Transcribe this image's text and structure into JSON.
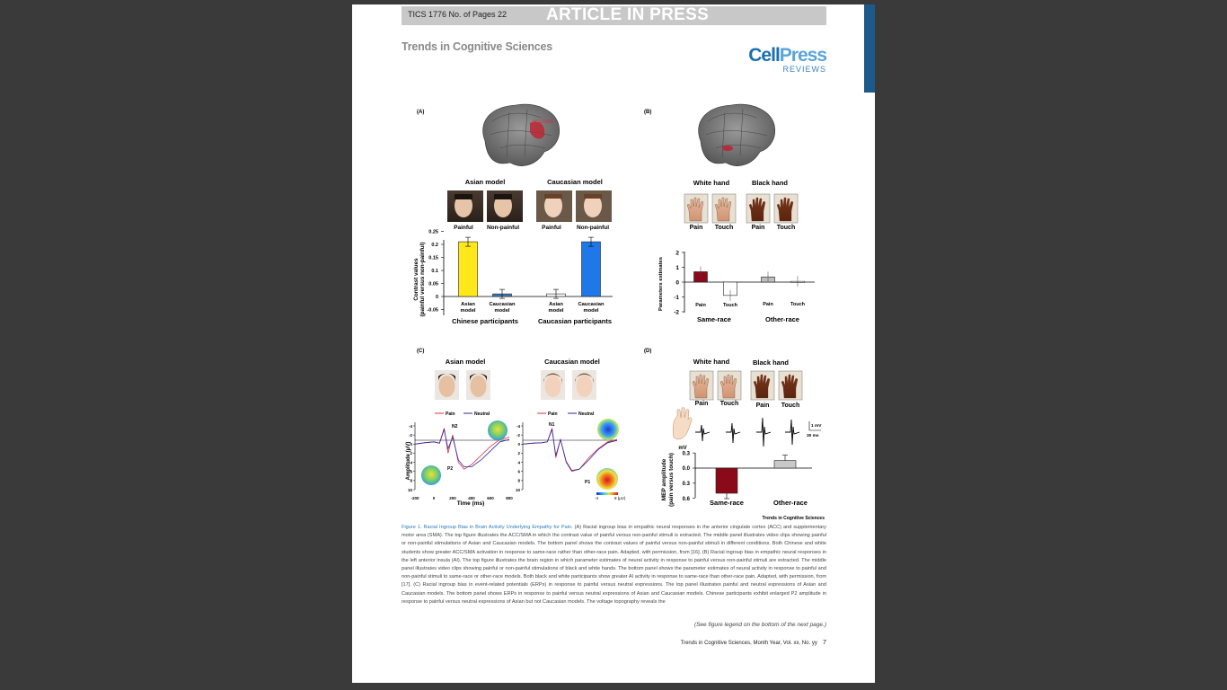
{
  "header": {
    "left_text": "TICS 1776  No. of Pages 22",
    "center_text": "ARTICLE IN PRESS"
  },
  "journal": "Trends in Cognitive Sciences",
  "logo": {
    "cell": "Cell",
    "press": "Press",
    "reviews": "REVIEWS"
  },
  "figure": {
    "panels": {
      "a": "(A)",
      "b": "(B)",
      "c": "(C)",
      "d": "(D)"
    },
    "a": {
      "brain_label": "ACC/SMA",
      "model_asian": "Asian model",
      "model_caucasian": "Caucasian model",
      "painful": "Painful",
      "nonpainful": "Non-painful",
      "ylabel1": "Contrast values",
      "ylabel2": "(painful versus non-painful)",
      "ticks": [
        "0.25",
        "0.2",
        "0.15",
        "0.1",
        "0.05",
        "0",
        "-0.05"
      ],
      "xl_asian1": "Asian",
      "xl_model": "model",
      "xl_cauc1": "Caucasian",
      "group1": "Chinese participants",
      "group2": "Caucasian participants"
    },
    "b": {
      "white_hand": "White hand",
      "black_hand": "Black hand",
      "pain": "Pain",
      "touch": "Touch",
      "ylabel": "Parameters estimates",
      "ticks": [
        "2",
        "1",
        "0",
        "-1",
        "-2"
      ],
      "same_race": "Same-race",
      "other_race": "Other-race"
    },
    "c": {
      "model_asian": "Asian model",
      "model_caucasian": "Caucasian model",
      "legend_pain": "Pain",
      "legend_neutral": "Neutral",
      "n2": "N2",
      "n1": "N1",
      "p2": "P2",
      "p1": "P1",
      "ylabel": "Amplitude (μV)",
      "yticks": [
        "-4",
        "-2",
        "0",
        "2",
        "4",
        "6",
        "8",
        "10"
      ],
      "xticks": [
        "-200",
        "0",
        "200",
        "400",
        "600",
        "800"
      ],
      "xlabel": "Time (ms)",
      "scale_min": "-4",
      "scale_max": "8 (μV)"
    },
    "d": {
      "white_hand": "White hand",
      "black_hand": "Black hand",
      "pain": "Pain",
      "touch": "Touch",
      "scale_mv": "1 mV",
      "scale_ms": "30 ms",
      "unit": "mV",
      "ylabel1": "MEP amplitude",
      "ylabel2": "(pain versus touch)",
      "ticks": [
        "0.3",
        "0.0",
        "0.3",
        "0.6"
      ],
      "same_race": "Same-race",
      "other_race": "Other-race"
    },
    "credit": "Trends in Cognitive Sciences"
  },
  "chart_data": [
    {
      "type": "bar",
      "categories": [
        "Chinese participants – Asian model",
        "Chinese participants – Caucasian model",
        "Caucasian participants – Asian model",
        "Caucasian participants – Caucasian model"
      ],
      "values": [
        0.21,
        0.01,
        0.01,
        0.21
      ],
      "ylabel": "Contrast values (painful versus non-painful)",
      "ylim": [
        -0.05,
        0.25
      ],
      "colors": [
        "#ffe81a",
        "#3a7ab8",
        "#ffffff",
        "#1e78e8"
      ]
    },
    {
      "type": "bar",
      "categories": [
        "Same-race Pain",
        "Same-race Touch",
        "Other-race Pain",
        "Other-race Touch"
      ],
      "values": [
        0.7,
        -0.9,
        0.35,
        0.05
      ],
      "ylabel": "Parameters estimates",
      "ylim": [
        -2,
        2
      ],
      "colors": [
        "#8b0a1a",
        "#ffffff",
        "#bdbdbd",
        "#ffffff"
      ]
    },
    {
      "type": "line",
      "xlabel": "Time (ms)",
      "ylabel": "Amplitude (μV)",
      "xlim": [
        -200,
        800
      ],
      "ylim": [
        -4,
        10
      ],
      "series": [
        {
          "name": "Pain",
          "panel": "Asian model",
          "x": [
            -200,
            -100,
            0,
            60,
            110,
            150,
            200,
            260,
            320,
            400,
            500,
            600,
            700,
            800
          ],
          "y": [
            0,
            -0.3,
            -0.5,
            -0.2,
            -3.5,
            2,
            -2,
            4,
            5.5,
            4.5,
            2.5,
            0.5,
            -1,
            -1.5
          ]
        },
        {
          "name": "Neutral",
          "panel": "Asian model",
          "x": [
            -200,
            -100,
            0,
            60,
            110,
            150,
            200,
            260,
            320,
            400,
            500,
            600,
            700,
            800
          ],
          "y": [
            0,
            -0.3,
            -0.5,
            -0.2,
            -3.2,
            1,
            -1.5,
            3.5,
            5,
            5,
            3.5,
            1.5,
            -0.5,
            -1
          ]
        },
        {
          "name": "Pain",
          "panel": "Caucasian model",
          "x": [
            -200,
            -100,
            0,
            60,
            110,
            150,
            200,
            260,
            320,
            400,
            500,
            600,
            700,
            800
          ],
          "y": [
            0,
            -0.2,
            -0.3,
            -0.5,
            -3.5,
            3,
            -1,
            4,
            6,
            5.5,
            3,
            1,
            -0.5,
            -1
          ]
        },
        {
          "name": "Neutral",
          "panel": "Caucasian model",
          "x": [
            -200,
            -100,
            0,
            60,
            110,
            150,
            200,
            260,
            320,
            400,
            500,
            600,
            700,
            800
          ],
          "y": [
            0,
            -0.2,
            -0.3,
            -0.5,
            -3.2,
            2.5,
            -1,
            3.8,
            5.8,
            5.5,
            3.5,
            1.2,
            -0.3,
            -0.8
          ]
        }
      ]
    },
    {
      "type": "bar",
      "categories": [
        "Same-race",
        "Other-race"
      ],
      "values": [
        0.5,
        -0.15
      ],
      "unit": "mV",
      "ylabel": "MEP amplitude (pain versus touch)",
      "ylim": [
        -0.3,
        0.6
      ],
      "colors": [
        "#8b0a1a",
        "#c8c8c8"
      ]
    }
  ],
  "caption": {
    "title": "Figure 1. Racial Ingroup Bias in Brain Activity Underlying Empathy for Pain.",
    "body": " (A) Racial ingroup bias in empathic neural responses in the anterior cingulate cortex (ACC) and supplementary motor area (SMA). The top figure illustrates the ACC/SMA in which the contrast value of painful versus non-painful stimuli is extracted. The middle panel illustrates video clips showing painful or non-painful stimulations of Asian and Caucasian models. The bottom panel shows the contrast values of painful versus non-painful stimuli in different conditions. Both Chinese and white students show greater ACC/SMA activation in response to same-race rather than other-race pain. Adapted, with permission, from [16]. (B) Racial ingroup bias in empathic neural responses in the left anterior insula (AI). The top figure illustrates the brain region in which parameter estimates of neural activity in response to painful versus non-painful stimuli are extracted. The middle panel illustrates video clips showing painful or non-painful stimulations of black and white hands. The bottom panel shows the parameter estimates of neural activity in response to painful and non-painful stimuli to same-race or other-race models. Both black and white participants show greater AI activity in response to same-race than other-race pain. Adapted, with permission, from [17]. (C) Racial ingroup bias in event-related potentials (ERPs) in response to painful versus neutral expressions. The top panel illustrates painful and neutral expressions of Asian and Caucasian models. The bottom panel shows ERPs in response to painful versus neutral expressions of Asian and Caucasian models. Chinese participants exhibit enlarged P2 amplitude in response to painful versus neutral expressions of Asian but not Caucasian models. The voltage topography reveals the"
  },
  "see_next": "(See figure legend on the bottom of the next page.)",
  "footer": {
    "text": "Trends in Cognitive Sciences, Month Year, Vol. xx, No. yy",
    "page": "7"
  }
}
